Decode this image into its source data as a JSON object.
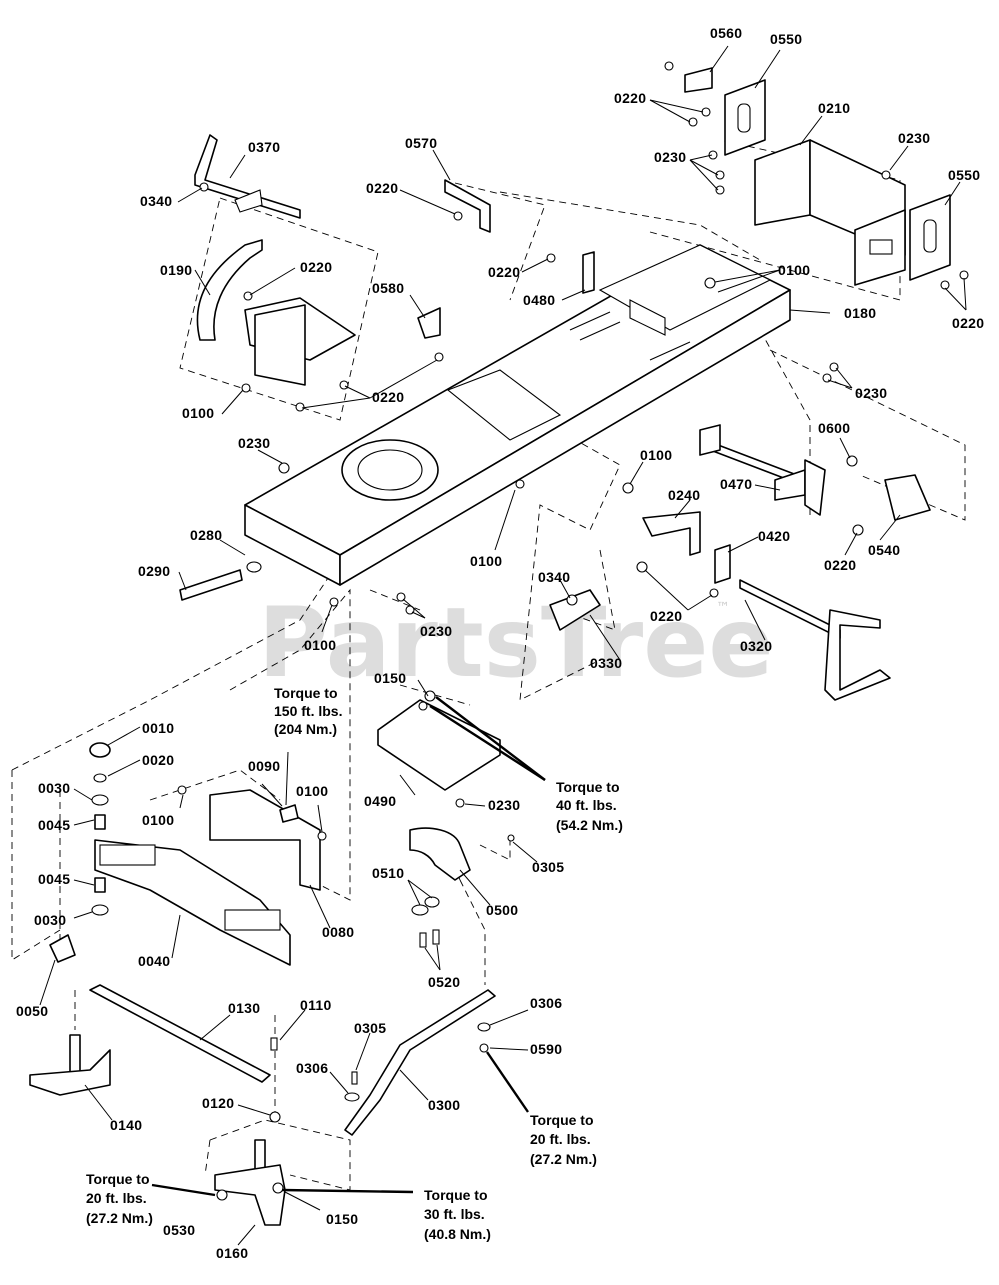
{
  "watermark": {
    "text": "PartsTree",
    "trademark": "™"
  },
  "callouts": [
    {
      "id": "0560",
      "label": "0560"
    },
    {
      "id": "0550a",
      "label": "0550"
    },
    {
      "id": "0220a",
      "label": "0220"
    },
    {
      "id": "0210",
      "label": "0210"
    },
    {
      "id": "0230a",
      "label": "0230"
    },
    {
      "id": "0230b",
      "label": "0230"
    },
    {
      "id": "0550b",
      "label": "0550"
    },
    {
      "id": "0220b",
      "label": "0220"
    },
    {
      "id": "0370",
      "label": "0370"
    },
    {
      "id": "0340a",
      "label": "0340"
    },
    {
      "id": "0570",
      "label": "0570"
    },
    {
      "id": "0220c",
      "label": "0220"
    },
    {
      "id": "0220d",
      "label": "0220"
    },
    {
      "id": "0480",
      "label": "0480"
    },
    {
      "id": "0100a",
      "label": "0100"
    },
    {
      "id": "0180",
      "label": "0180"
    },
    {
      "id": "0190",
      "label": "0190"
    },
    {
      "id": "0220e",
      "label": "0220"
    },
    {
      "id": "0580",
      "label": "0580"
    },
    {
      "id": "0220f",
      "label": "0220"
    },
    {
      "id": "0100b",
      "label": "0100"
    },
    {
      "id": "0230c",
      "label": "0230"
    },
    {
      "id": "0230d",
      "label": "0230"
    },
    {
      "id": "0600",
      "label": "0600"
    },
    {
      "id": "0100c",
      "label": "0100"
    },
    {
      "id": "0240",
      "label": "0240"
    },
    {
      "id": "0470",
      "label": "0470"
    },
    {
      "id": "0420",
      "label": "0420"
    },
    {
      "id": "0540",
      "label": "0540"
    },
    {
      "id": "0220g",
      "label": "0220"
    },
    {
      "id": "0280",
      "label": "0280"
    },
    {
      "id": "0290",
      "label": "0290"
    },
    {
      "id": "0100d",
      "label": "0100"
    },
    {
      "id": "0340b",
      "label": "0340"
    },
    {
      "id": "0220h",
      "label": "0220"
    },
    {
      "id": "0230e",
      "label": "0230"
    },
    {
      "id": "0100e",
      "label": "0100"
    },
    {
      "id": "0330",
      "label": "0330"
    },
    {
      "id": "0320",
      "label": "0320"
    },
    {
      "id": "0150a",
      "label": "0150"
    },
    {
      "id": "0010",
      "label": "0010"
    },
    {
      "id": "0020",
      "label": "0020"
    },
    {
      "id": "0030a",
      "label": "0030"
    },
    {
      "id": "0045a",
      "label": "0045"
    },
    {
      "id": "0090",
      "label": "0090"
    },
    {
      "id": "0100f",
      "label": "0100"
    },
    {
      "id": "0100g",
      "label": "0100"
    },
    {
      "id": "0490",
      "label": "0490"
    },
    {
      "id": "0230f",
      "label": "0230"
    },
    {
      "id": "0305a",
      "label": "0305"
    },
    {
      "id": "0510",
      "label": "0510"
    },
    {
      "id": "0045b",
      "label": "0045"
    },
    {
      "id": "0030b",
      "label": "0030"
    },
    {
      "id": "0500",
      "label": "0500"
    },
    {
      "id": "0080",
      "label": "0080"
    },
    {
      "id": "0040",
      "label": "0040"
    },
    {
      "id": "0520",
      "label": "0520"
    },
    {
      "id": "0050",
      "label": "0050"
    },
    {
      "id": "0130",
      "label": "0130"
    },
    {
      "id": "0110",
      "label": "0110"
    },
    {
      "id": "0306a",
      "label": "0306"
    },
    {
      "id": "0590",
      "label": "0590"
    },
    {
      "id": "0305b",
      "label": "0305"
    },
    {
      "id": "0306b",
      "label": "0306"
    },
    {
      "id": "0300",
      "label": "0300"
    },
    {
      "id": "0140",
      "label": "0140"
    },
    {
      "id": "0120",
      "label": "0120"
    },
    {
      "id": "0530",
      "label": "0530"
    },
    {
      "id": "0150b",
      "label": "0150"
    },
    {
      "id": "0160",
      "label": "0160"
    }
  ],
  "torque_notes": {
    "t150": [
      "Torque to",
      "150 ft. lbs.",
      "(204 Nm.)"
    ],
    "t40": [
      "Torque to",
      "40 ft. lbs.",
      "(54.2 Nm.)"
    ],
    "t20a": [
      "Torque to",
      "20 ft. lbs.",
      "(27.2 Nm.)"
    ],
    "t20b": [
      "Torque to",
      "20 ft. lbs.",
      "(27.2 Nm.)"
    ],
    "t30": [
      "Torque to",
      "30 ft. lbs.",
      "(40.8 Nm.)"
    ]
  }
}
